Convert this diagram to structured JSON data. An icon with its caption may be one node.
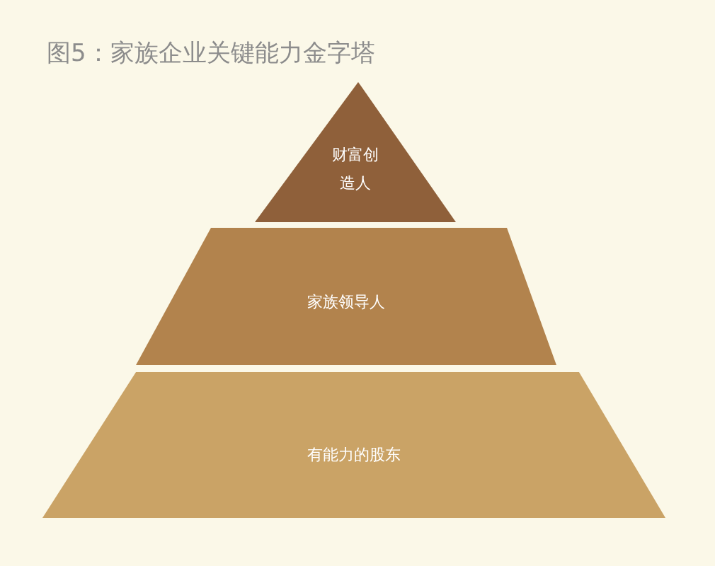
{
  "diagram": {
    "title": "图5：家族企业关键能力金字塔",
    "nodes": [
      {
        "text": [
          "财富创造人"
        ]
      },
      {
        "text": [
          "家族领导人"
        ]
      },
      {
        "text": [
          "有能力的股东"
        ]
      }
    ]
  }
}
